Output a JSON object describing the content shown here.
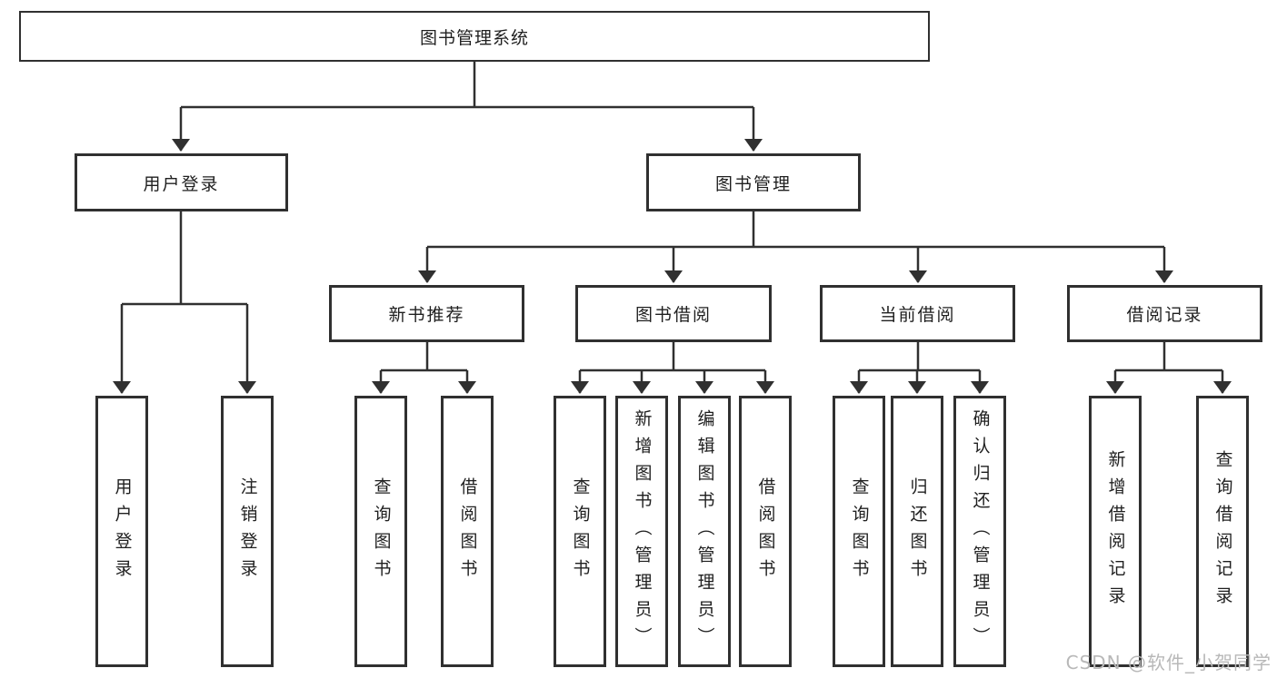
{
  "colors": {
    "page_bg": "#ffffff",
    "line": "#303030",
    "box_fill": "#ffffff",
    "text": "#1f1f1f",
    "watermark": "#b8b8b8"
  },
  "diagram": {
    "root": {
      "label": "图书管理系统"
    },
    "user_login": {
      "label": "用户登录",
      "leaves": [
        "用户登录",
        "注销登录"
      ]
    },
    "book_management": {
      "label": "图书管理",
      "sections": [
        {
          "label": "新书推荐",
          "leaves": [
            "查询图书",
            "借阅图书"
          ]
        },
        {
          "label": "图书借阅",
          "leaves": [
            "查询图书",
            "新增图书（管理员）",
            "编辑图书（管理员）",
            "借阅图书"
          ]
        },
        {
          "label": "当前借阅",
          "leaves": [
            "查询图书",
            "归还图书",
            "确认归还（管理员）"
          ]
        },
        {
          "label": "借阅记录",
          "leaves": [
            "新增借阅记录",
            "查询借阅记录"
          ]
        }
      ]
    }
  },
  "watermark": {
    "text": "CSDN @软件_小贺同学"
  }
}
